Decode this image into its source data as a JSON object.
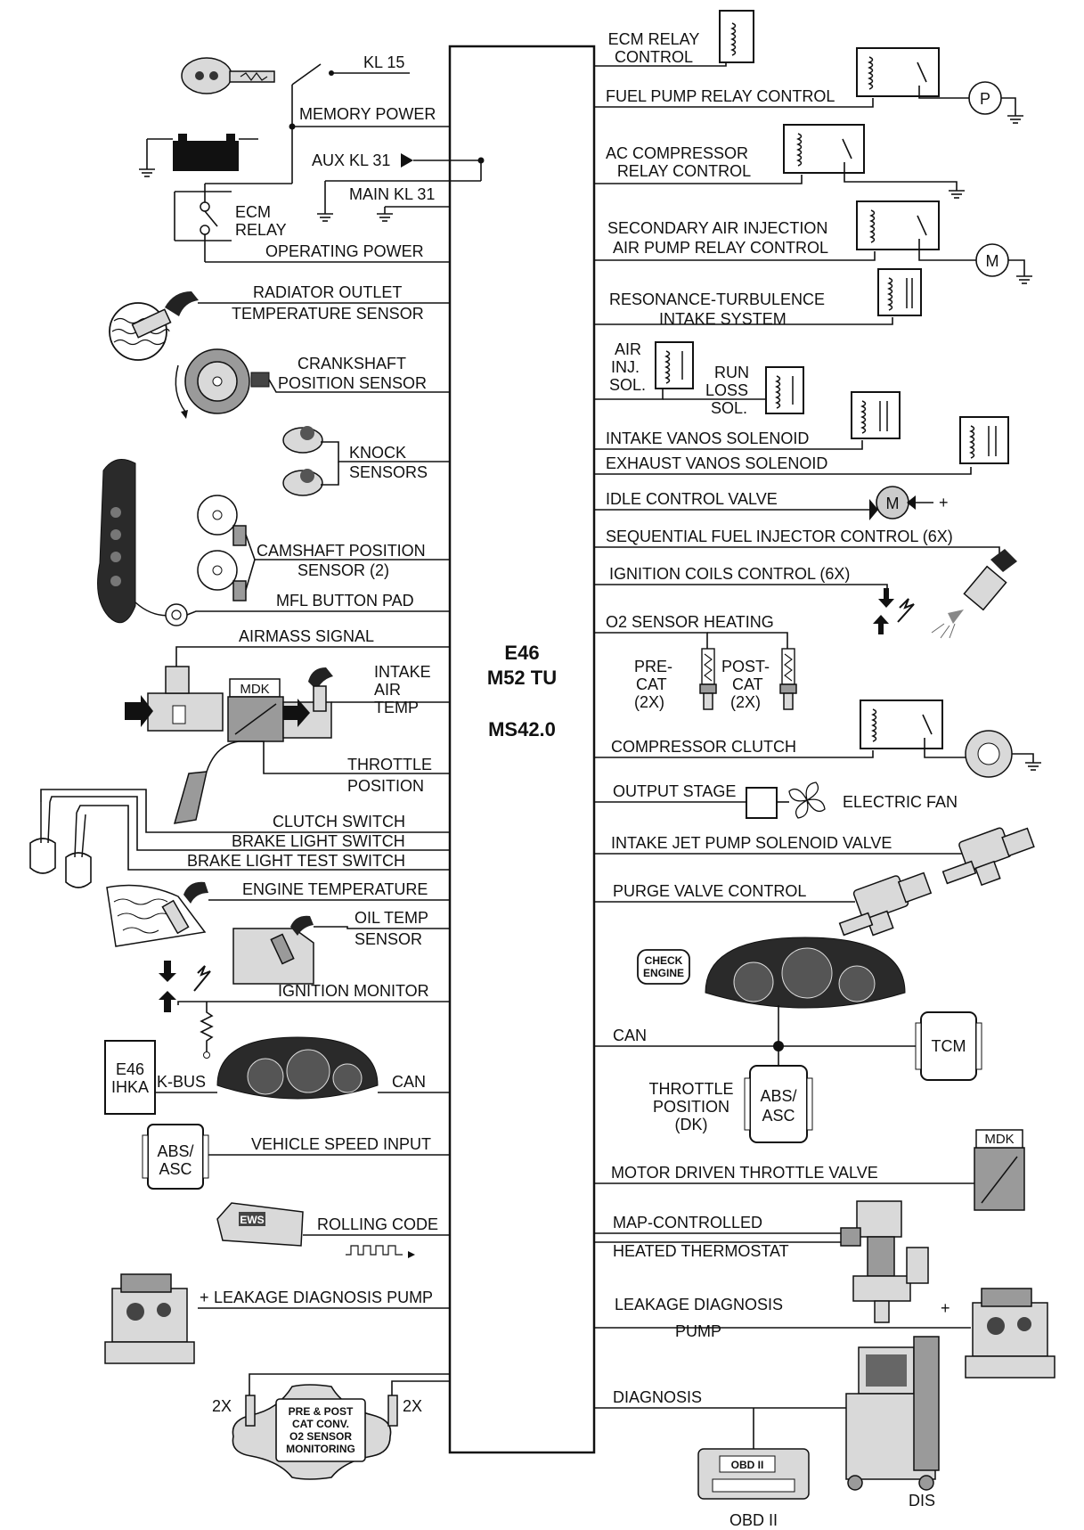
{
  "ecm": {
    "line1": "E46",
    "line2": "M52 TU",
    "line3": "MS42.0"
  },
  "left": {
    "kl15": "KL 15",
    "memory_power": "MEMORY POWER",
    "aux_kl31": "AUX KL 31",
    "main_kl31": "MAIN KL 31",
    "ecm_relay_1": "ECM",
    "ecm_relay_2": "RELAY",
    "operating_power": "OPERATING POWER",
    "radiator_1": "RADIATOR OUTLET",
    "radiator_2": "TEMPERATURE SENSOR",
    "crank_1": "CRANKSHAFT",
    "crank_2": "POSITION SENSOR",
    "knock_1": "KNOCK",
    "knock_2": "SENSORS",
    "cam_1": "CAMSHAFT POSITION",
    "cam_2": "SENSOR (2)",
    "mfl": "MFL BUTTON PAD",
    "airmass": "AIRMASS SIGNAL",
    "iat_1": "INTAKE",
    "iat_2": "AIR",
    "iat_3": "TEMP",
    "mdk": "MDK",
    "throttle_1": "THROTTLE",
    "throttle_2": "POSITION",
    "clutch": "CLUTCH SWITCH",
    "brake": "BRAKE LIGHT SWITCH",
    "brake_test": "BRAKE LIGHT TEST SWITCH",
    "engine_temp": "ENGINE TEMPERATURE",
    "oil_1": "OIL TEMP",
    "oil_2": "SENSOR",
    "ign_monitor": "IGNITION MONITOR",
    "ihka_1": "E46",
    "ihka_2": "IHKA",
    "kbus": "K-BUS",
    "can": "CAN",
    "abs_1": "ABS/",
    "abs_2": "ASC",
    "speed": "VEHICLE SPEED INPUT",
    "rolling": "ROLLING CODE",
    "ews": "EWS",
    "leak_plus": "+",
    "leak": "LEAKAGE DIAGNOSIS PUMP",
    "twox_l": "2X",
    "twox_r": "2X",
    "o2mon_1": "PRE & POST",
    "o2mon_2": "CAT CONV.",
    "o2mon_3": "O2 SENSOR",
    "o2mon_4": "MONITORING"
  },
  "right": {
    "ecm_relay_1": "ECM RELAY",
    "ecm_relay_2": "CONTROL",
    "fuel_pump": "FUEL PUMP RELAY CONTROL",
    "p_symbol": "P",
    "ac_1": "AC COMPRESSOR",
    "ac_2": "RELAY CONTROL",
    "sec_air_1": "SECONDARY AIR INJECTION",
    "sec_air_2": "AIR PUMP RELAY CONTROL",
    "m_symbol": "M",
    "reso_1": "RESONANCE-TURBULENCE",
    "reso_2": "INTAKE SYSTEM",
    "airinj_1": "AIR",
    "airinj_2": "INJ.",
    "airinj_3": "SOL.",
    "run_1": "RUN",
    "run_2": "LOSS",
    "run_3": "SOL.",
    "intake_vanos": "INTAKE VANOS SOLENOID",
    "exhaust_vanos": "EXHAUST VANOS SOLENOID",
    "idle": "IDLE CONTROL VALVE",
    "idle_m": "M",
    "idle_plus": "+",
    "injector": "SEQUENTIAL FUEL INJECTOR CONTROL (6X)",
    "coils": "IGNITION COILS CONTROL (6X)",
    "o2_heat": "O2 SENSOR HEATING",
    "pre_1": "PRE-",
    "pre_2": "CAT",
    "pre_3": "(2X)",
    "post_1": "POST-",
    "post_2": "CAT",
    "post_3": "(2X)",
    "clutch": "COMPRESSOR CLUTCH",
    "output": "OUTPUT STAGE",
    "fan": "ELECTRIC FAN",
    "jet_pump": "INTAKE JET PUMP SOLENOID VALVE",
    "purge": "PURGE VALVE CONTROL",
    "check_1": "CHECK",
    "check_2": "ENGINE",
    "can": "CAN",
    "tcm": "TCM",
    "tp_1": "THROTTLE",
    "tp_2": "POSITION",
    "tp_3": "(DK)",
    "abs_1": "ABS/",
    "abs_2": "ASC",
    "mdk_valve": "MOTOR DRIVEN THROTTLE VALVE",
    "mdk": "MDK",
    "map_1": "MAP-CONTROLLED",
    "map_2": "HEATED THERMOSTAT",
    "leak_1": "LEAKAGE DIAGNOSIS",
    "leak_2": "PUMP",
    "leak_plus": "+",
    "diagnosis": "DIAGNOSIS",
    "obd": "OBD II",
    "obd_screen": "OBD II",
    "dis": "DIS"
  }
}
